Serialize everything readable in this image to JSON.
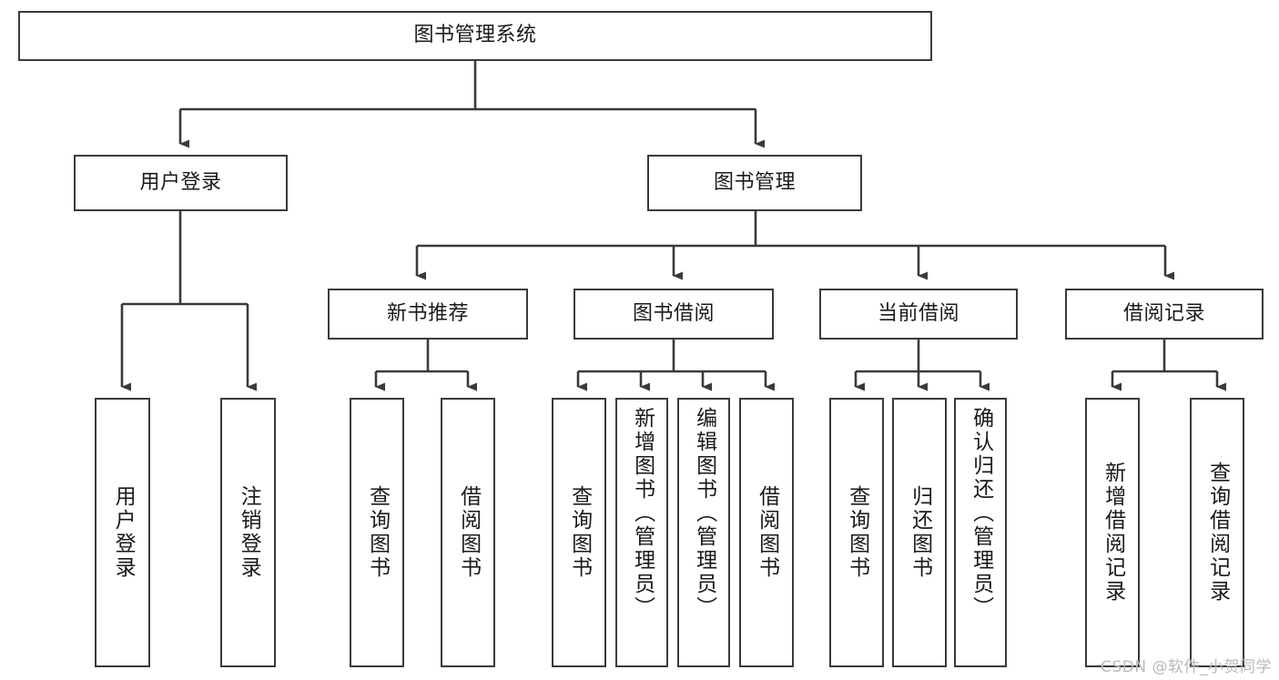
{
  "diagram": {
    "title": "图书管理系统",
    "type": "hierarchy-tree",
    "watermark": "CSDN @软件_小贺同学",
    "colors": {
      "stroke": "#3a3a3a",
      "fill": "#ffffff",
      "text": "#1a1a1a",
      "watermark": "#b9b9b9"
    },
    "levels": [
      {
        "level": 1,
        "nodes": [
          {
            "id": "root",
            "label": "图书管理系统"
          }
        ]
      },
      {
        "level": 2,
        "nodes": [
          {
            "id": "login",
            "label": "用户登录"
          },
          {
            "id": "bookmgmt",
            "label": "图书管理"
          }
        ]
      },
      {
        "level": 3,
        "nodes": [
          {
            "id": "newbook",
            "label": "新书推荐"
          },
          {
            "id": "borrow",
            "label": "图书借阅"
          },
          {
            "id": "current",
            "label": "当前借阅"
          },
          {
            "id": "records",
            "label": "借阅记录"
          }
        ]
      },
      {
        "level": 4,
        "nodes": [
          {
            "id": "leaf-user-login",
            "label": "用户登录",
            "parent": "login"
          },
          {
            "id": "leaf-user-logout",
            "label": "注销登录",
            "parent": "login"
          },
          {
            "id": "leaf-query-book-1",
            "label": "查询图书",
            "parent": "newbook"
          },
          {
            "id": "leaf-borrow-book-1",
            "label": "借阅图书",
            "parent": "newbook"
          },
          {
            "id": "leaf-query-book-2",
            "label": "查询图书",
            "parent": "borrow"
          },
          {
            "id": "leaf-add-book",
            "label": "新增图书（管理员）",
            "parent": "borrow"
          },
          {
            "id": "leaf-edit-book",
            "label": "编辑图书（管理员）",
            "parent": "borrow"
          },
          {
            "id": "leaf-borrow-book-2",
            "label": "借阅图书",
            "parent": "borrow"
          },
          {
            "id": "leaf-query-book-3",
            "label": "查询图书",
            "parent": "current"
          },
          {
            "id": "leaf-return-book",
            "label": "归还图书",
            "parent": "current"
          },
          {
            "id": "leaf-confirm-return",
            "label": "确认归还（管理员）",
            "parent": "current"
          },
          {
            "id": "leaf-add-record",
            "label": "新增借阅记录",
            "parent": "records"
          },
          {
            "id": "leaf-query-record",
            "label": "查询借阅记录",
            "parent": "records"
          }
        ]
      }
    ]
  }
}
